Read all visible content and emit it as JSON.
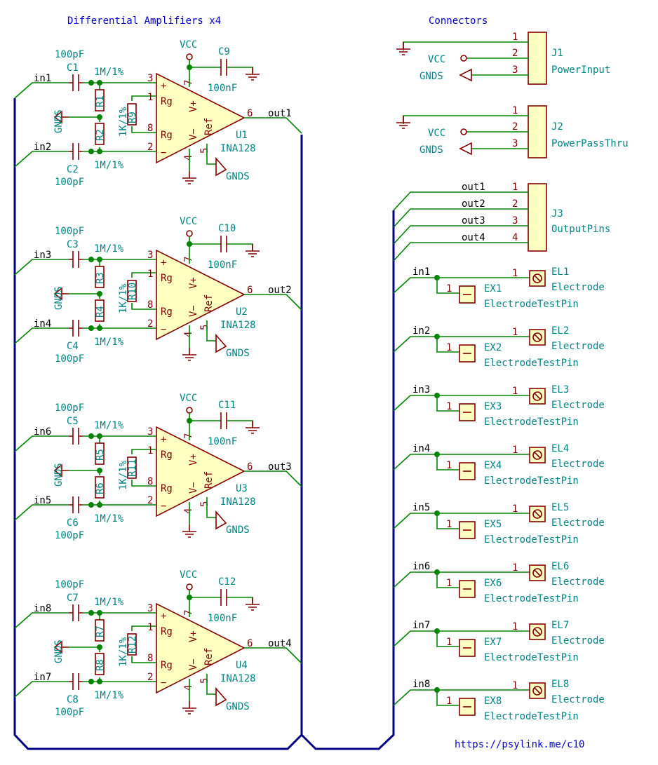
{
  "titles": {
    "amplifiers": "Differential Amplifiers x4",
    "connectors": "Connectors",
    "url": "https://psylink.me/c10"
  },
  "amplifiers": [
    {
      "in_top": "in1",
      "in_bottom": "in2",
      "cap_top": "C1",
      "cap_top_value": "100pF",
      "cap_bottom": "C2",
      "cap_bottom_value": "100pF",
      "res_top": "R1",
      "res_bottom": "R2",
      "res_value": "1M/1%",
      "rg": "R9",
      "rg_value": "1K/1%",
      "decap": "C9",
      "decap_value": "100nF",
      "ref": "U1",
      "part": "INA128",
      "out": "out1"
    },
    {
      "in_top": "in3",
      "in_bottom": "in4",
      "cap_top": "C3",
      "cap_top_value": "100pF",
      "cap_bottom": "C4",
      "cap_bottom_value": "100pF",
      "res_top": "R3",
      "res_bottom": "R4",
      "res_value": "1M/1%",
      "rg": "R10",
      "rg_value": "1K/1%",
      "decap": "C10",
      "decap_value": "100nF",
      "ref": "U2",
      "part": "INA128",
      "out": "out2"
    },
    {
      "in_top": "in6",
      "in_bottom": "in5",
      "cap_top": "C5",
      "cap_top_value": "100pF",
      "cap_bottom": "C6",
      "cap_bottom_value": "100pF",
      "res_top": "R5",
      "res_bottom": "R6",
      "res_value": "1M/1%",
      "rg": "R11",
      "rg_value": "1K/1%",
      "decap": "C11",
      "decap_value": "100nF",
      "ref": "U3",
      "part": "INA128",
      "out": "out3"
    },
    {
      "in_top": "in8",
      "in_bottom": "in7",
      "cap_top": "C7",
      "cap_top_value": "100pF",
      "cap_bottom": "C8",
      "cap_bottom_value": "100pF",
      "res_top": "R7",
      "res_bottom": "R8",
      "res_value": "1M/1%",
      "rg": "R12",
      "rg_value": "1K/1%",
      "decap": "C12",
      "decap_value": "100nF",
      "ref": "U4",
      "part": "INA128",
      "out": "out4"
    }
  ],
  "opamp_labels": {
    "rg": "Rg",
    "vplus": "V+",
    "vminus": "V−",
    "ref": "Ref",
    "plus": "+",
    "minus": "−"
  },
  "pins": {
    "p1": "1",
    "p2": "2",
    "p3": "3",
    "p4": "4",
    "p5": "5",
    "p6": "6",
    "p7": "7",
    "p8": "8"
  },
  "power": {
    "vcc": "VCC",
    "gnds": "GNDS"
  },
  "connectors": {
    "j1": {
      "ref": "J1",
      "name": "PowerInput"
    },
    "j2": {
      "ref": "J2",
      "name": "PowerPassThru"
    },
    "j3": {
      "ref": "J3",
      "name": "OutputPins",
      "nets": [
        "out1",
        "out2",
        "out3",
        "out4"
      ]
    }
  },
  "electrodes": [
    {
      "net": "in1",
      "el": "EL1",
      "ex": "EX1"
    },
    {
      "net": "in2",
      "el": "EL2",
      "ex": "EX2"
    },
    {
      "net": "in3",
      "el": "EL3",
      "ex": "EX3"
    },
    {
      "net": "in4",
      "el": "EL4",
      "ex": "EX4"
    },
    {
      "net": "in5",
      "el": "EL5",
      "ex": "EX5"
    },
    {
      "net": "in6",
      "el": "EL6",
      "ex": "EX6"
    },
    {
      "net": "in7",
      "el": "EL7",
      "ex": "EX7"
    },
    {
      "net": "in8",
      "el": "EL8",
      "ex": "EX8"
    }
  ],
  "electrode_value": "Electrode",
  "testpin_value": "ElectrodeTestPin",
  "colors": {
    "wire": "#008400",
    "bus": "#000084",
    "symbol": "#840000",
    "symbol_fill": "#ffffc2",
    "label": "#008484",
    "title": "#0000c8"
  }
}
